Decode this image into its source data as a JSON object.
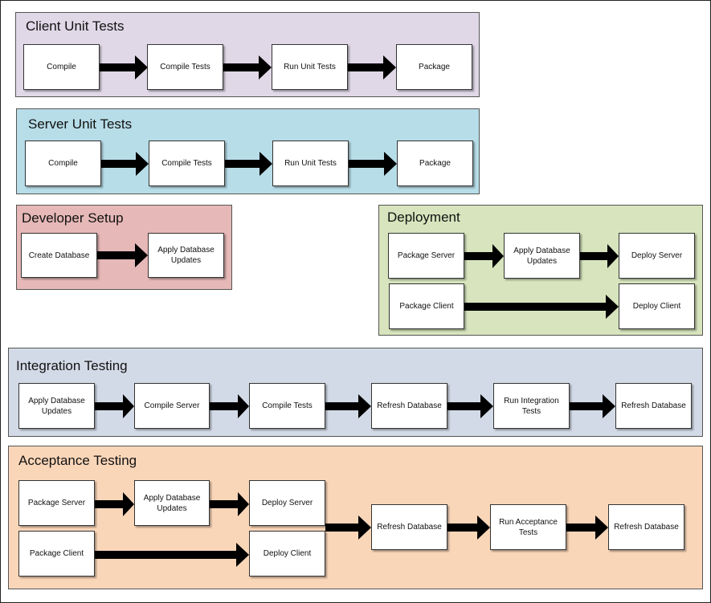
{
  "colors": {
    "client": "#e0d8e7",
    "server": "#b7dde8",
    "developer": "#e6b8b7",
    "deployment": "#d7e4bd",
    "integration": "#d3dae7",
    "acceptance": "#fad6b9"
  },
  "client_unit_tests": {
    "title": "Client Unit Tests",
    "steps": [
      "Compile",
      "Compile Tests",
      "Run Unit Tests",
      "Package"
    ]
  },
  "server_unit_tests": {
    "title": "Server Unit Tests",
    "steps": [
      "Compile",
      "Compile Tests",
      "Run Unit Tests",
      "Package"
    ]
  },
  "developer_setup": {
    "title": "Developer Setup",
    "steps": [
      "Create Database",
      "Apply Database Updates"
    ]
  },
  "deployment": {
    "title": "Deployment",
    "steps": [
      "Package Server",
      "Apply Database Updates",
      "Deploy Server",
      "Package Client",
      "Deploy Client"
    ]
  },
  "integration_testing": {
    "title": "Integration Testing",
    "steps": [
      "Apply Database Updates",
      "Compile Server",
      "Compile Tests",
      "Refresh Database",
      "Run Integration Tests",
      "Refresh Database"
    ]
  },
  "acceptance_testing": {
    "title": "Acceptance Testing",
    "steps": [
      "Package Server",
      "Apply Database Updates",
      "Deploy Server",
      "Package Client",
      "Deploy Client",
      "Refresh Database",
      "Run Acceptance Tests",
      "Refresh Database"
    ]
  }
}
